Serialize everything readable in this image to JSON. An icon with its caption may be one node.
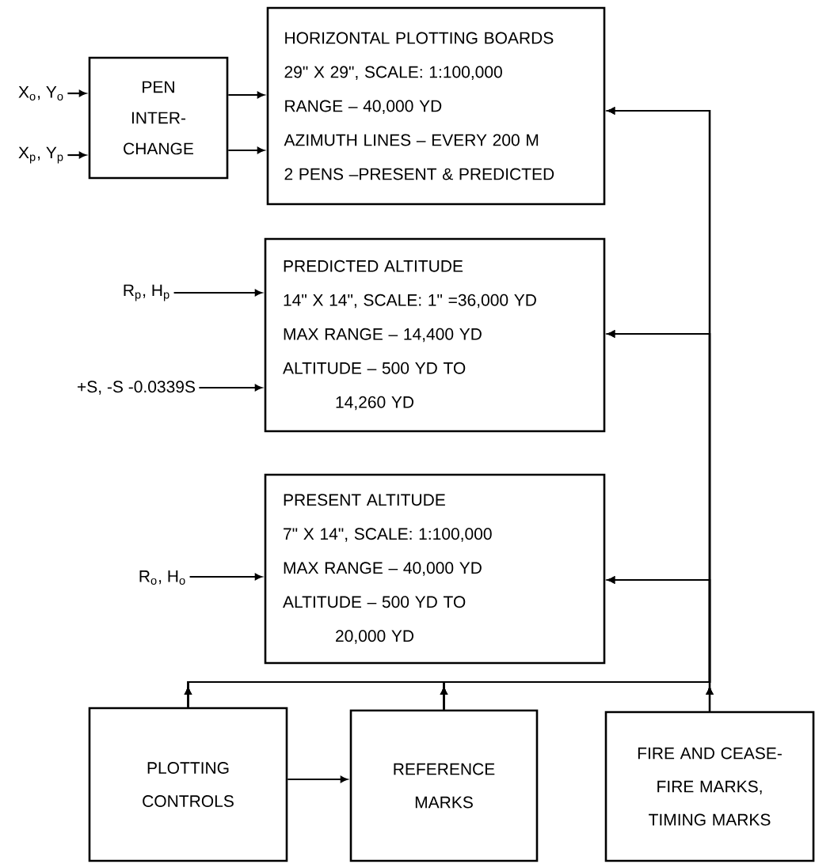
{
  "diagram": {
    "nodes": [
      {
        "text": [
          "X$_{o}$, Y$_{o}$"
        ]
      },
      {
        "text": [
          "X$_{p}$, Y$_{p}$"
        ]
      },
      {
        "text": [
          "PEN INTER-CHANGE"
        ]
      },
      {
        "text": [
          "HORIZONTAL PLOTTING BOARDS",
          "29\" X 29\", SCALE: 1:100,000",
          "RANGE – 40,000 YD",
          "AZIMUTH LINES – EVERY 200 M",
          "2 PENS –PRESENT & PREDICTED"
        ]
      },
      {
        "text": [
          "R$_{p}$, H$_{p}$"
        ]
      },
      {
        "text": [
          "+S, -S -0.0339S"
        ]
      },
      {
        "text": [
          "PREDICTED ALTITUDE",
          "14\" X 14\", SCALE: 1\" =36,000 YD",
          "MAX RANGE – 14,400 YD",
          "ALTITUDE – 500 YD TO 14,260 YD"
        ]
      },
      {
        "text": [
          "R$_{o}$, H$_{o}$"
        ]
      },
      {
        "text": [
          "PRESENT ALTITUDE",
          "7\" X 14\", SCALE: 1:100,000",
          "MAX RANGE – 40,000 YD",
          "ALTITUDE – 500 YD TO 20,000 YD"
        ]
      },
      {
        "text": [
          "PLOTTING CONTROLS"
        ]
      },
      {
        "text": [
          "REFERENCE MARKS"
        ]
      },
      {
        "text": [
          "FIRE AND CEASE-FIRE MARKS, TIMING MARKS"
        ]
      }
    ],
    "edges": [
      {
        "from": 0,
        "to": 2,
        "arrow": "to"
      },
      {
        "from": 1,
        "to": 2,
        "arrow": "to"
      },
      {
        "from": 2,
        "to": 3,
        "arrow": "to"
      },
      {
        "from": 2,
        "to": 3,
        "arrow": "to"
      },
      {
        "from": 4,
        "to": 6,
        "arrow": "to"
      },
      {
        "from": 5,
        "to": 6,
        "arrow": "to"
      },
      {
        "from": 7,
        "to": 8,
        "arrow": "to"
      },
      {
        "from": 9,
        "to": 10,
        "arrow": "to"
      },
      {
        "from": 9,
        "to": 3,
        "arrow": "to"
      },
      {
        "from": 9,
        "to": 6,
        "arrow": "to"
      },
      {
        "from": 9,
        "to": 8,
        "arrow": "to"
      },
      {
        "from": 10,
        "to": 3,
        "arrow": "to"
      },
      {
        "from": 10,
        "to": 6,
        "arrow": "to"
      },
      {
        "from": 10,
        "to": 8,
        "arrow": "to"
      },
      {
        "from": 11,
        "to": 3,
        "arrow": "to"
      },
      {
        "from": 11,
        "to": 6,
        "arrow": "to"
      },
      {
        "from": 11,
        "to": 8,
        "arrow": "to"
      }
    ]
  }
}
